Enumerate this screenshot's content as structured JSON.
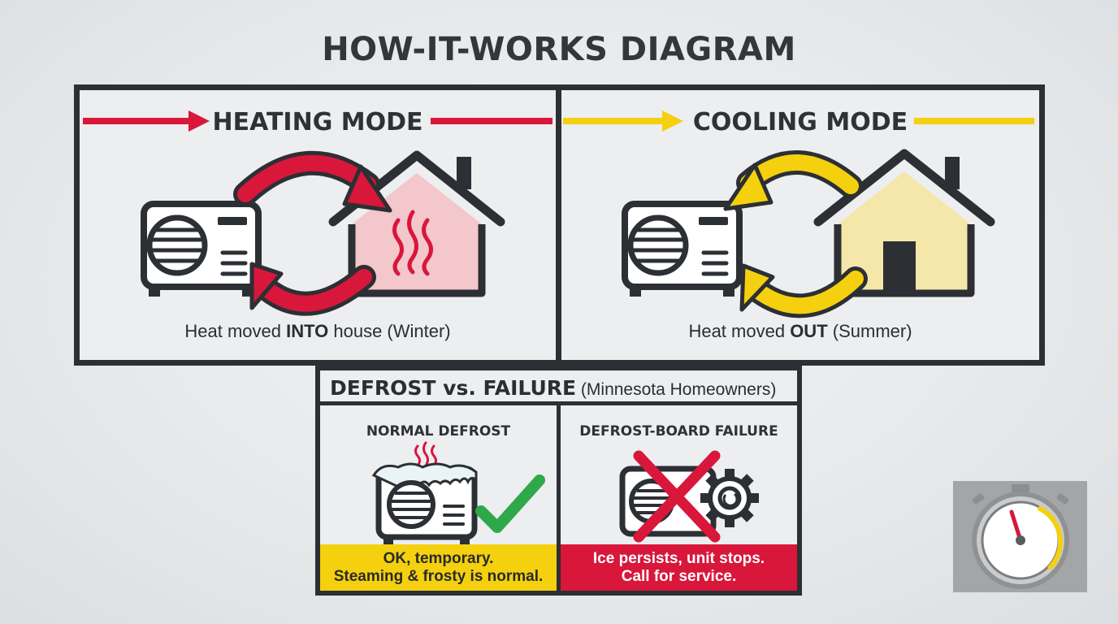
{
  "page_title": "HOW-IT-WORKS DIAGRAM",
  "heating": {
    "title": "HEATING MODE",
    "caption_pre": "Heat moved ",
    "caption_emph": "INTO",
    "caption_post": " house (Winter)"
  },
  "cooling": {
    "title": "COOLING MODE",
    "caption_pre": "Heat moved ",
    "caption_emph": "OUT",
    "caption_post": " (Summer)"
  },
  "defrost": {
    "header_strong": "DEFROST vs. FAILURE",
    "header_sub": " (Minnesota Homeowners)",
    "normal": {
      "title": "NORMAL DEFROST",
      "status_line1": "OK, temporary.",
      "status_line2": "Steaming & frosty is normal."
    },
    "failure": {
      "title": "DEFROST-BOARD FAILURE",
      "status_line1": "Ice persists, unit stops.",
      "status_line2": "Call for service."
    }
  },
  "colors": {
    "heating_accent": "#d8173b",
    "cooling_accent": "#f4d00f",
    "ok_green": "#2fa84a",
    "outline": "#2c2f33",
    "house_warm_fill": "#f3c7cc",
    "house_cool_fill": "#f5e7a9"
  },
  "icons": [
    "arrow-right-icon",
    "outdoor-unit-icon",
    "cycle-arrows-icon",
    "house-icon",
    "heat-waves-icon",
    "checkmark-icon",
    "cross-icon",
    "gear-icon",
    "timer-icon"
  ]
}
